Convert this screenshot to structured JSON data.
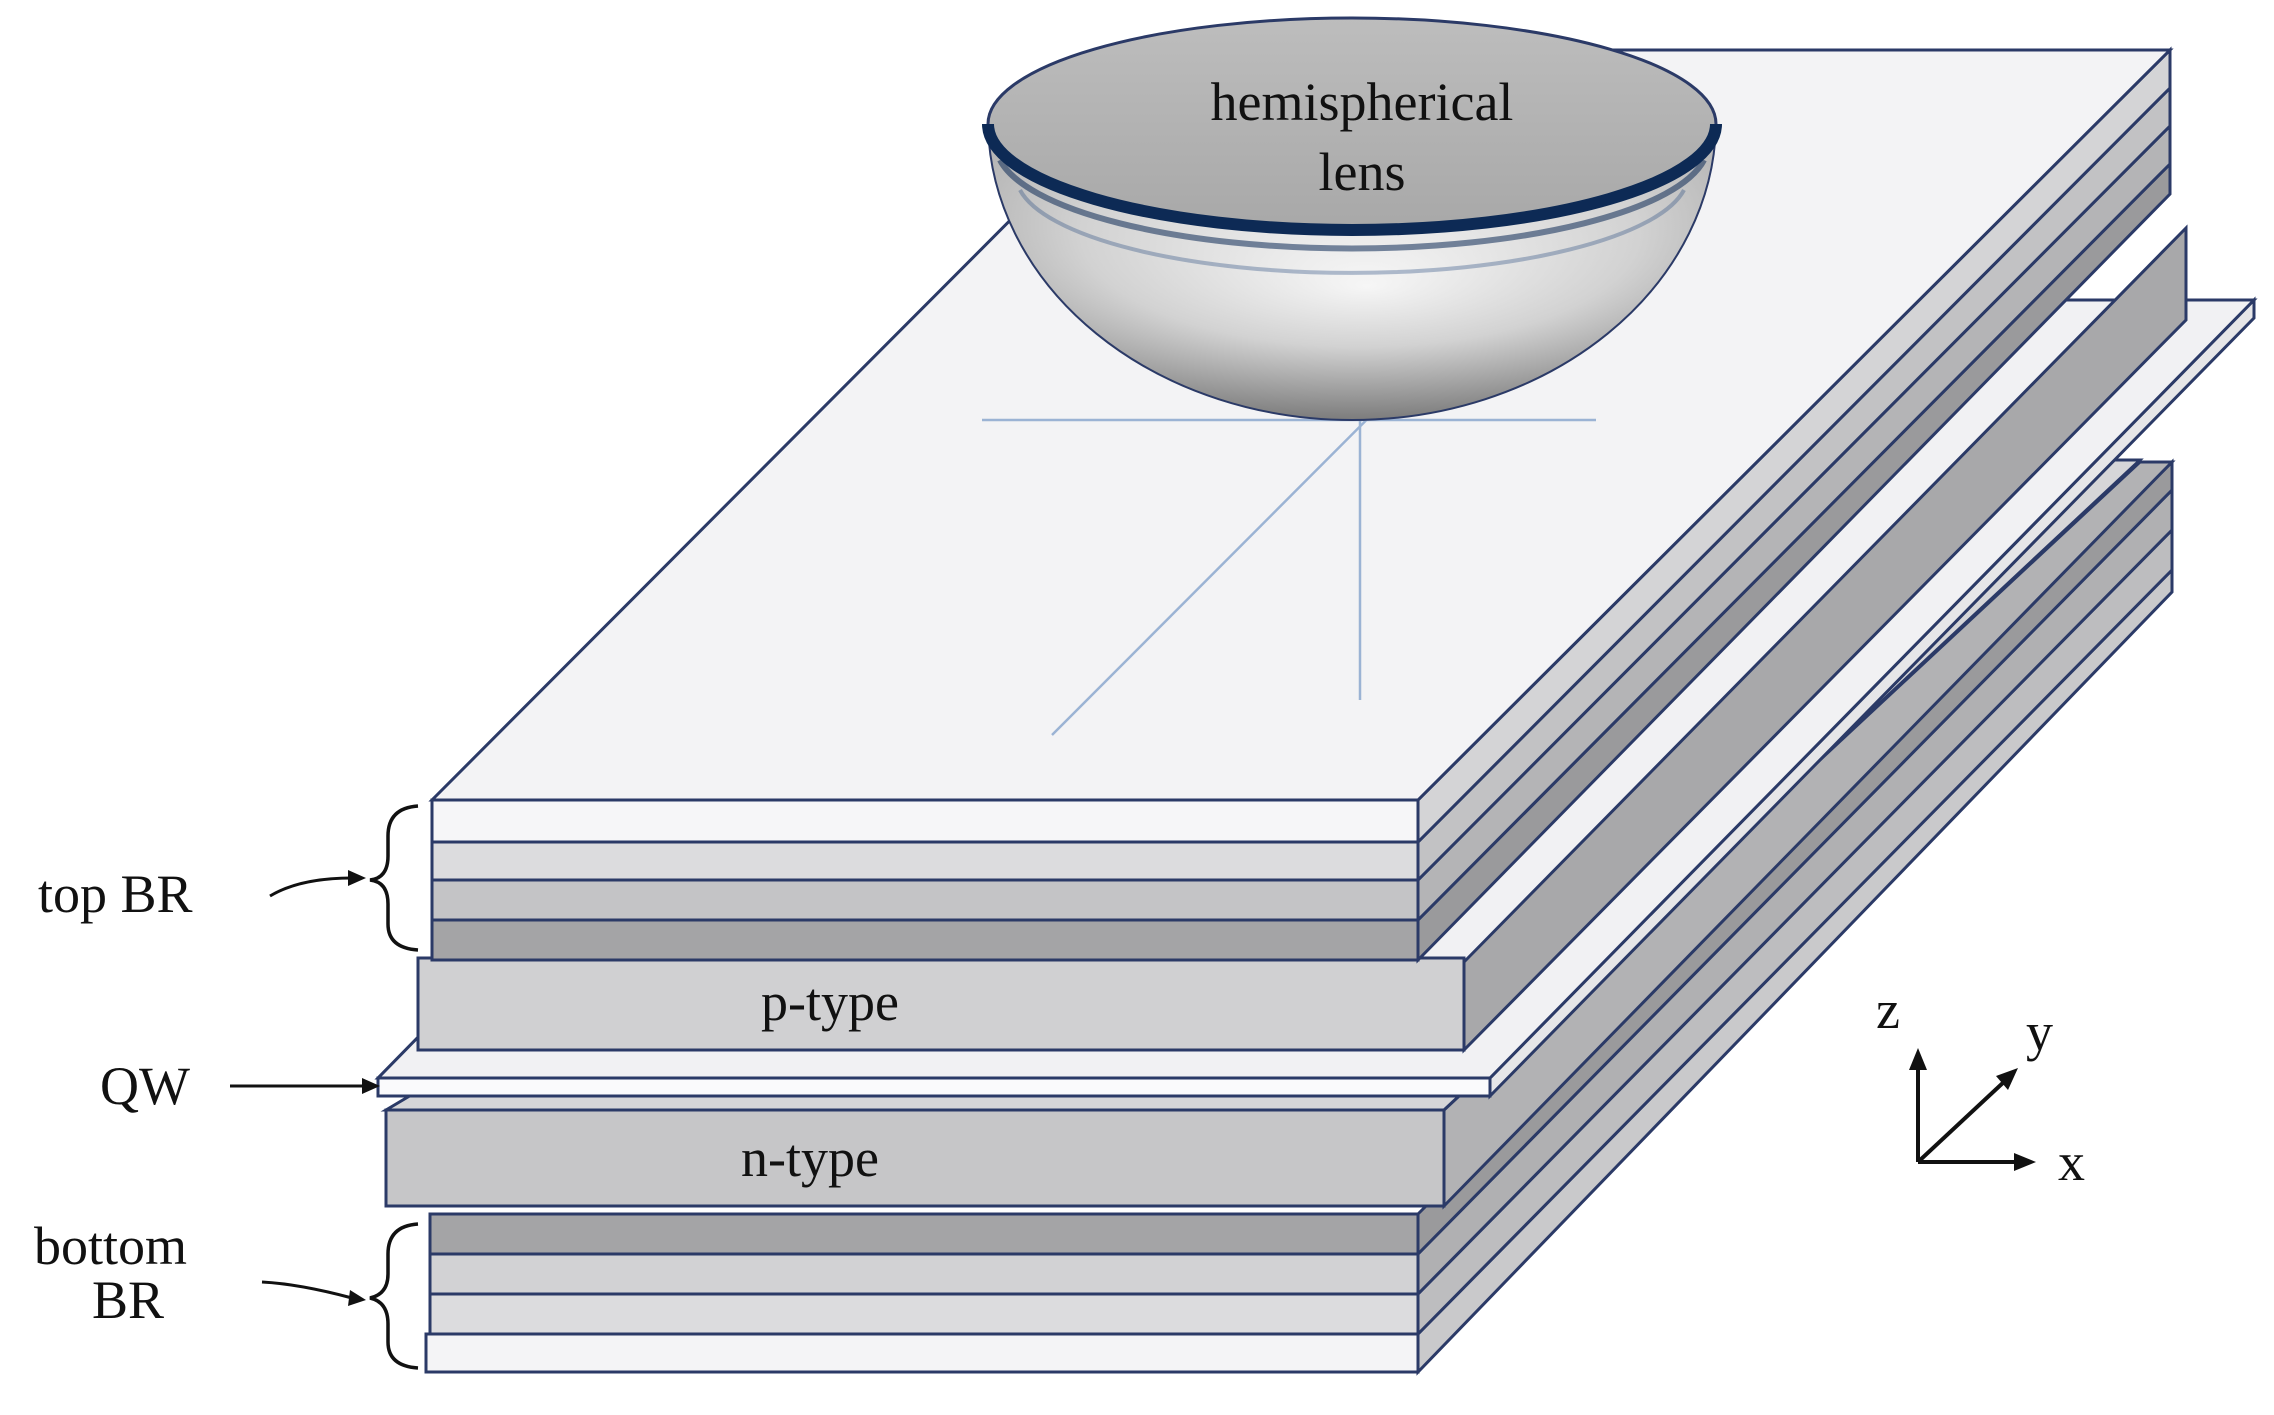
{
  "labels": {
    "lens_line1": "hemispherical",
    "lens_line2": "lens",
    "top_br": "top BR",
    "p_type": "p-type",
    "qw": "QW",
    "n_type": "n-type",
    "bottom_br_line1": "bottom",
    "bottom_br_line2": "BR"
  },
  "axes": {
    "z": "z",
    "y": "y",
    "x": "x"
  },
  "colors": {
    "edge": "#2b3a67",
    "lens_rim": "#0d2a55",
    "light_layer": "#f4f4f6",
    "mid_layer": "#dcdcde",
    "dark_layer": "#a4a4a6",
    "crosshair": "#9bb3d4"
  }
}
